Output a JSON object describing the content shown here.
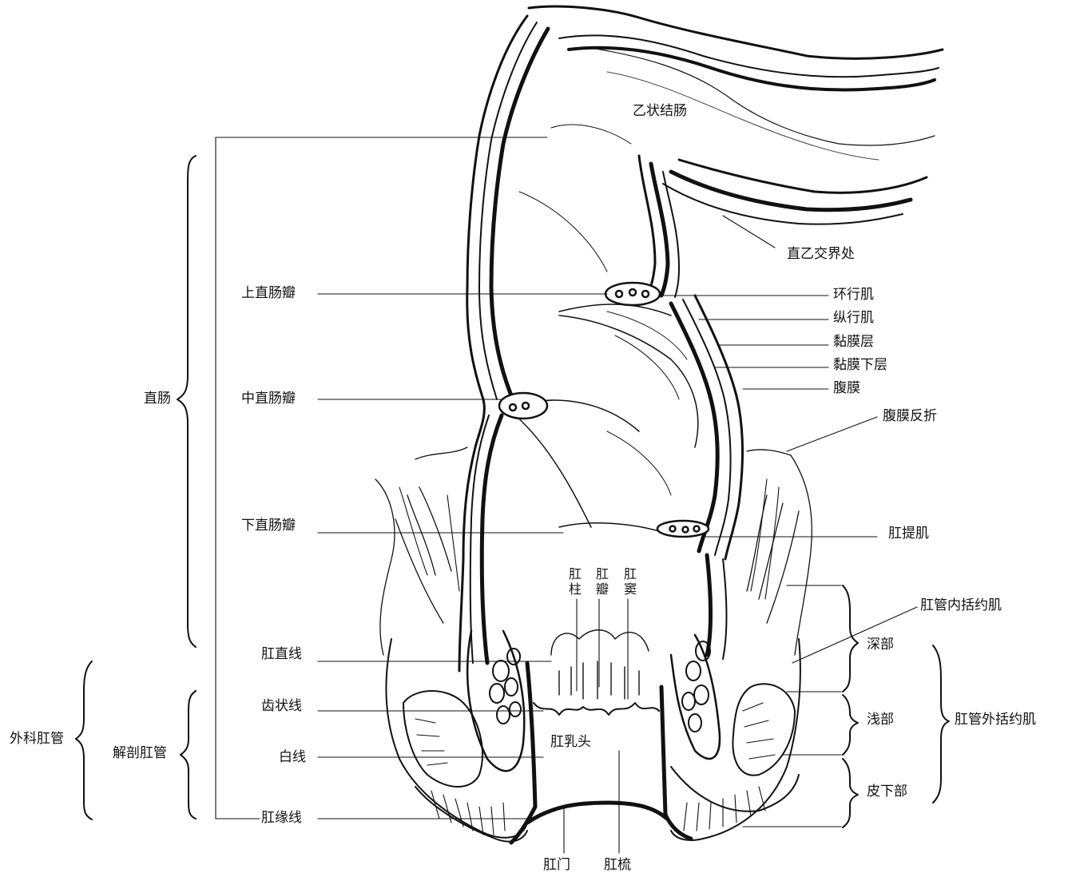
{
  "labels": {
    "sigmoid": "乙状结肠",
    "rectosigmoid": "直乙交界处",
    "circular_muscle": "环行肌",
    "longitudinal_muscle": "纵行肌",
    "mucosa": "黏膜层",
    "submucosa": "黏膜下层",
    "peritoneum": "腹膜",
    "peritoneal_reflection": "腹膜反折",
    "levator_ani": "肛提肌",
    "internal_sphincter": "肛管内括约肌",
    "deep": "深部",
    "superficial": "浅部",
    "subcutaneous": "皮下部",
    "external_sphincter": "肛管外括约肌",
    "upper_valve": "上直肠瓣",
    "middle_valve": "中直肠瓣",
    "lower_valve": "下直肠瓣",
    "rectum": "直肠",
    "anorectal_line": "肛直线",
    "dentate_line": "齿状线",
    "white_line": "白线",
    "anal_verge": "肛缘线",
    "surgical_anal_canal": "外科肛管",
    "anatomical_anal_canal": "解剖肛管",
    "anal_papilla": "肛乳头",
    "anus": "肛门",
    "pecten": "肛梳",
    "anal_column": "肛柱",
    "anal_valve": "肛瓣",
    "anal_sinus": "肛窦"
  }
}
